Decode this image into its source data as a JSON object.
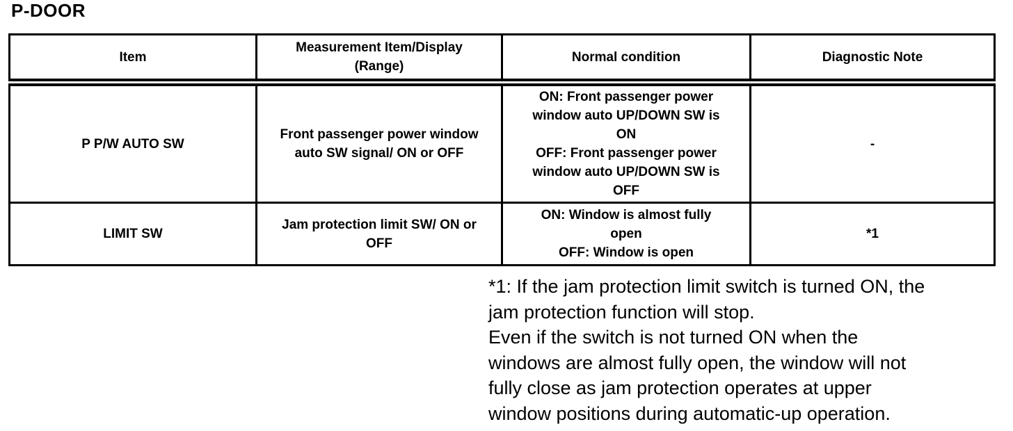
{
  "page_title": "P-DOOR",
  "table": {
    "columns": [
      "Item",
      "Measurement Item/Display\n(Range)",
      "Normal condition",
      "Diagnostic Note"
    ],
    "rows": [
      {
        "item": "P P/W AUTO SW",
        "measurement": "Front passenger power window\nauto SW signal/ ON or OFF",
        "normal_condition": "ON: Front passenger power\nwindow auto UP/DOWN SW is\nON\nOFF: Front passenger power\nwindow auto UP/DOWN SW is\nOFF",
        "diagnostic_note": "-"
      },
      {
        "item": "LIMIT SW",
        "measurement": "Jam protection limit SW/ ON or\nOFF",
        "normal_condition": "ON: Window is almost fully\nopen\nOFF: Window is open",
        "diagnostic_note": "*1"
      }
    ]
  },
  "footnote": {
    "text": "*1: If the jam protection limit switch is turned ON, the\njam protection function will stop.\nEven if the switch is not turned ON when the\nwindows are almost fully open, the window will not\nfully close as jam protection operates at upper\nwindow positions during automatic-up operation."
  }
}
